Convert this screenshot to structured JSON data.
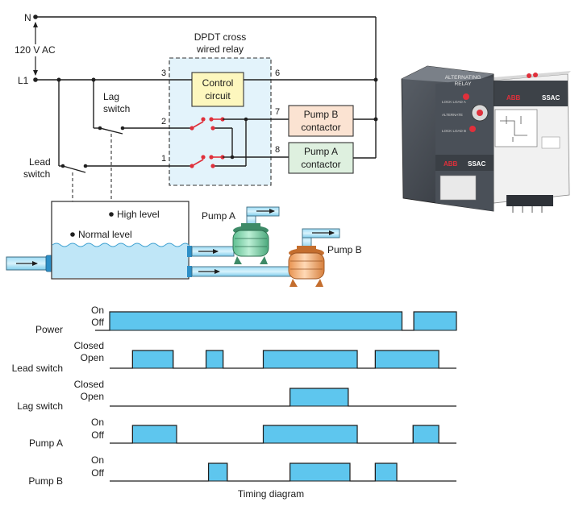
{
  "circuit": {
    "neutral_label": "N",
    "voltage_label": "120 V AC",
    "line_label": "L1",
    "relay_title_line1": "DPDT cross",
    "relay_title_line2": "wired relay",
    "control_circuit_line1": "Control",
    "control_circuit_line2": "circuit",
    "lag_switch_line1": "Lag",
    "lag_switch_line2": "switch",
    "lead_switch_line1": "Lead",
    "lead_switch_line2": "switch",
    "pump_b_contactor_line1": "Pump B",
    "pump_b_contactor_line2": "contactor",
    "pump_a_contactor_line1": "Pump A",
    "pump_a_contactor_line2": "contactor",
    "terminals": {
      "t1": "1",
      "t2": "2",
      "t3": "3",
      "t6": "6",
      "t7": "7",
      "t8": "8"
    }
  },
  "tank": {
    "high_level_label": "High level",
    "normal_level_label": "Normal level",
    "pump_a_label": "Pump A",
    "pump_b_label": "Pump B"
  },
  "product_photo": {
    "module1_title_line1": "ALTERNATING",
    "module1_title_line2": "RELAY",
    "module1_brand": "ABB",
    "module1_brand_sub": "SSAC",
    "module2_brand": "ABB",
    "module2_brand_sub": "SSAC",
    "dial_lock_load_a": "LOCK LOAD A",
    "dial_alternate": "ALTERNATE",
    "dial_lock_load_b": "LOCK LOAD B"
  },
  "colors": {
    "relay_box": "#e3f3fb",
    "control_box": "#fdf7be",
    "pump_b_contactor": "#fbe3d2",
    "pump_a_contactor": "#def0df",
    "water": "#bfe6f7",
    "pulse": "#5ec6ee",
    "contact": "#e0303b",
    "pump_a_body": "#8fd9b4",
    "pump_b_body": "#f6b580"
  },
  "chart_data": {
    "type": "timing",
    "title": "Timing diagram",
    "x_range": [
      0,
      100
    ],
    "series": [
      {
        "name": "Power",
        "state_high": "On",
        "state_low": "Off",
        "pulses": [
          [
            0,
            84.3
          ],
          [
            87.7,
            100
          ]
        ]
      },
      {
        "name": "Lead switch",
        "state_high": "Closed",
        "state_low": "Open",
        "pulses": [
          [
            6.6,
            18.3
          ],
          [
            27.8,
            32.7
          ],
          [
            44.3,
            71.4
          ],
          [
            76.6,
            94.9
          ]
        ]
      },
      {
        "name": "Lag switch",
        "state_high": "Closed",
        "state_low": "Open",
        "pulses": [
          [
            52.0,
            68.8
          ]
        ]
      },
      {
        "name": "Pump A",
        "state_high": "On",
        "state_low": "Off",
        "pulses": [
          [
            6.6,
            19.3
          ],
          [
            44.3,
            71.4
          ],
          [
            87.5,
            94.9
          ]
        ]
      },
      {
        "name": "Pump B",
        "state_high": "On",
        "state_low": "Off",
        "pulses": [
          [
            28.5,
            33.9
          ],
          [
            52.0,
            69.3
          ],
          [
            76.6,
            82.8
          ]
        ]
      }
    ]
  }
}
